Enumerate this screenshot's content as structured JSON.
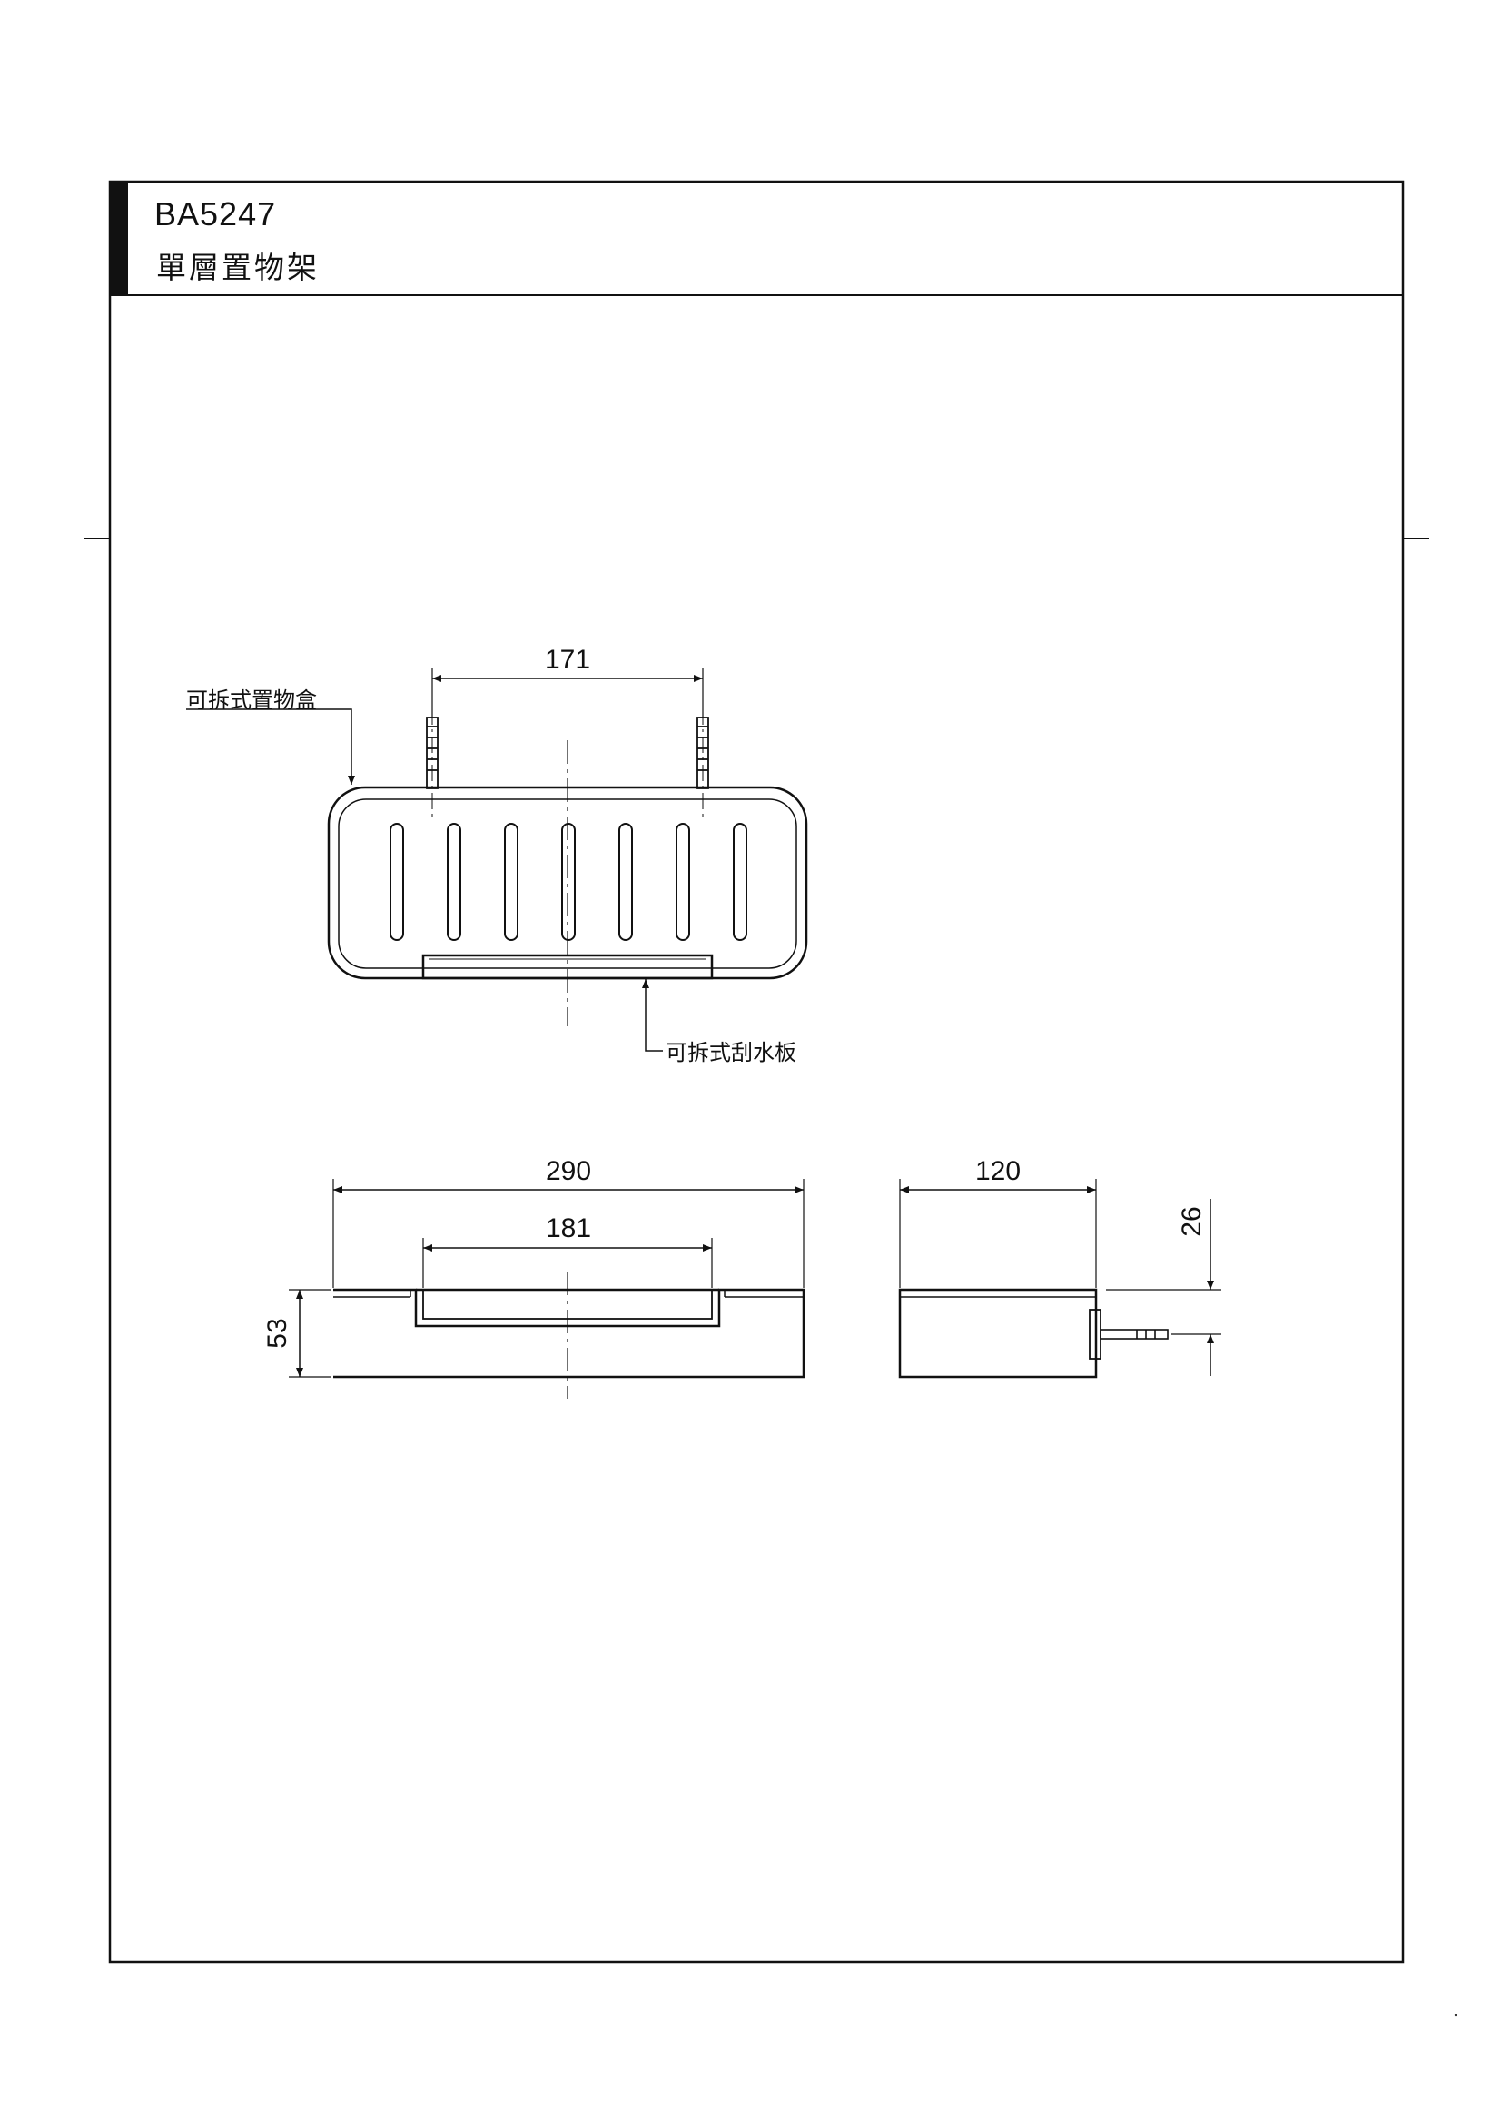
{
  "title_block": {
    "model": "BA5247",
    "name": "單層置物架"
  },
  "front_view": {
    "dim_mount_spacing": "171",
    "callout_box": "可拆式置物盒",
    "callout_scraper": "可拆式刮水板"
  },
  "bottom_view": {
    "dim_width": "290",
    "dim_inner_width": "181",
    "dim_height": "53"
  },
  "side_view": {
    "dim_depth": "120",
    "dim_mount_height": "26"
  },
  "colors": {
    "line": "#111111",
    "title_bar": "#111111",
    "background": "#ffffff"
  }
}
